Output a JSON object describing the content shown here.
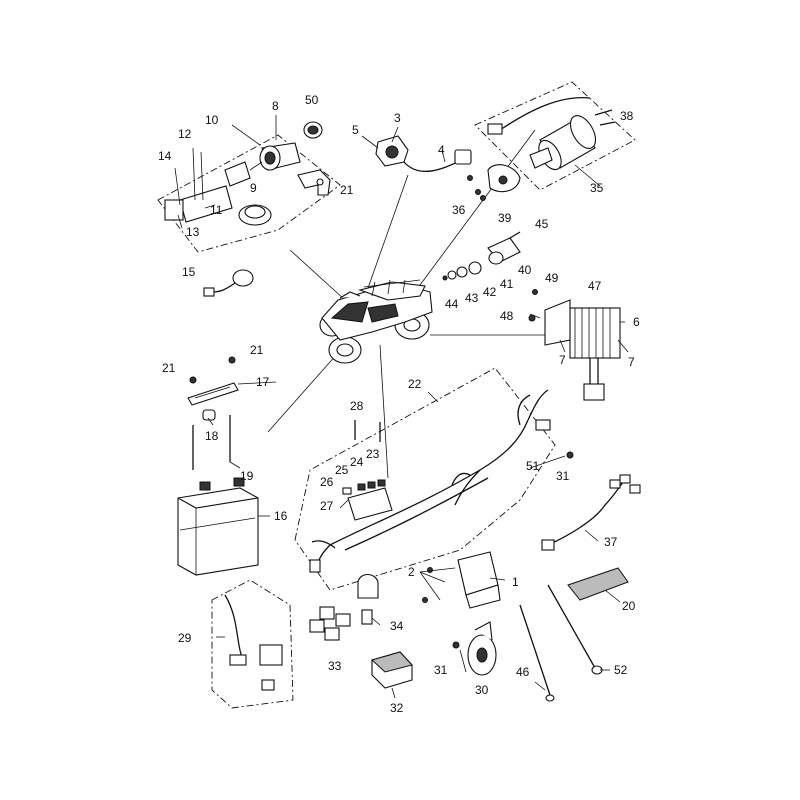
{
  "callouts": [
    "1",
    "2",
    "3",
    "4",
    "5",
    "6",
    "7",
    "7",
    "8",
    "9",
    "10",
    "11",
    "12",
    "13",
    "14",
    "15",
    "16",
    "17",
    "18",
    "19",
    "20",
    "21",
    "21",
    "21",
    "22",
    "23",
    "24",
    "25",
    "26",
    "27",
    "28",
    "29",
    "30",
    "31",
    "31",
    "32",
    "33",
    "34",
    "35",
    "36",
    "37",
    "38",
    "39",
    "40",
    "41",
    "42",
    "43",
    "44",
    "45",
    "46",
    "47",
    "48",
    "49",
    "50",
    "51",
    "52"
  ]
}
